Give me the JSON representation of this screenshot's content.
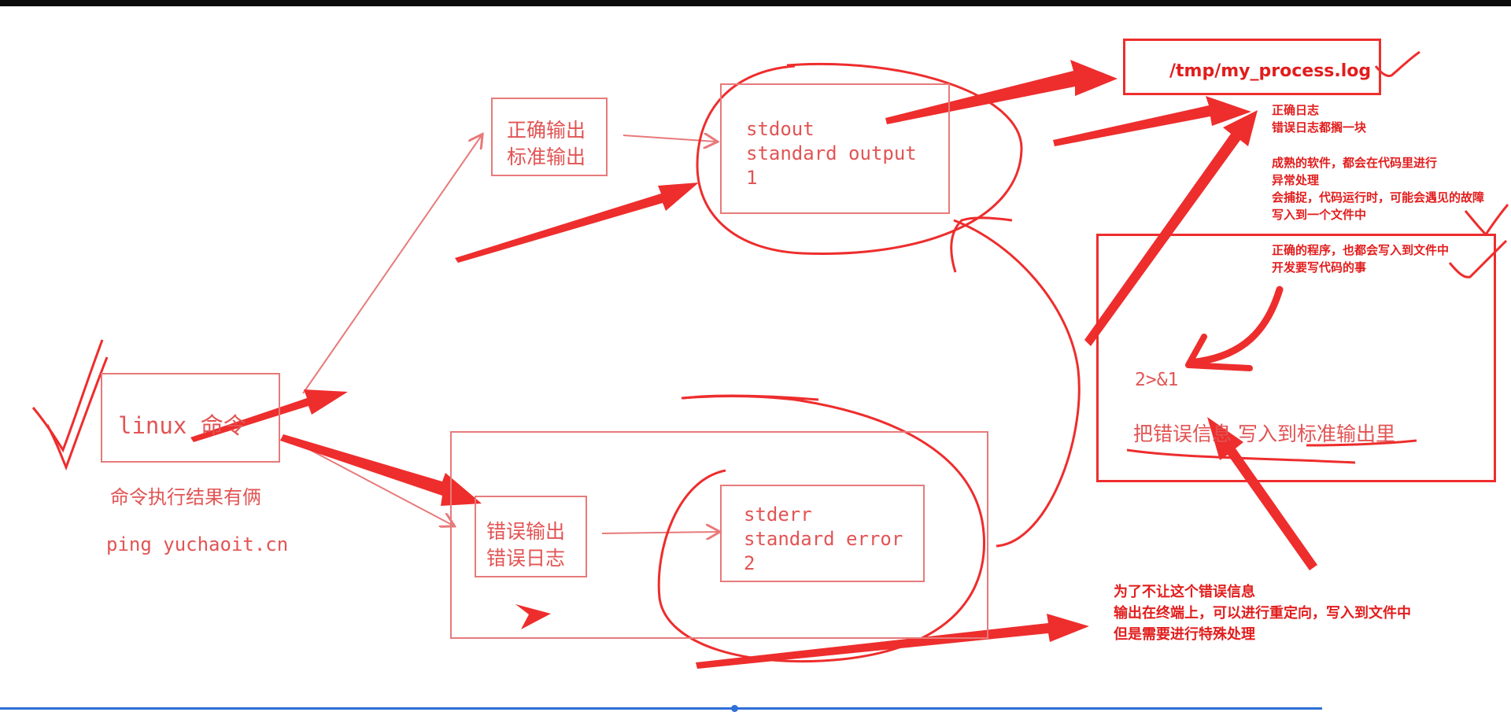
{
  "diagram": {
    "linux_cmd": "linux 命令",
    "result_caption": "命令执行结果有俩",
    "example_cmd": "ping yuchaoit.cn",
    "correct_box": {
      "line1": "正确输出",
      "line2": "标准输出"
    },
    "error_box": {
      "line1": "错误输出",
      "line2": "错误日志"
    },
    "stdout_box": {
      "line1": "stdout",
      "line2": "standard output",
      "line3": "1"
    },
    "stderr_box": {
      "line1": "stderr",
      "line2": "standard error",
      "line3": "2"
    },
    "log_file": "/tmp/my_process.log",
    "note_log": {
      "line1": "正确日志",
      "line2": "错误日志都搁一块"
    },
    "note_mature": {
      "line1": "成熟的软件，都会在代码里进行",
      "line2": "异常处理",
      "line3": "会捕捉，代码运行时，可能会遇见的故障",
      "line4": "写入到一个文件中"
    },
    "note_program": {
      "line1": "正确的程序，也都会写入到文件中",
      "line2": "开发要写代码的事"
    },
    "redirect_symbol": "2>&1",
    "redirect_explain": "把错误信息  写入到标准输出里",
    "note_bottom": {
      "line1": "为了不让这个错误信息",
      "line2": "输出在终端上，可以进行重定向，写入到文件中",
      "line3": "但是需要进行特殊处理"
    }
  },
  "colors": {
    "pen": "#e25454",
    "marker": "#ee2d2d",
    "progress": "#2f6fd6"
  }
}
